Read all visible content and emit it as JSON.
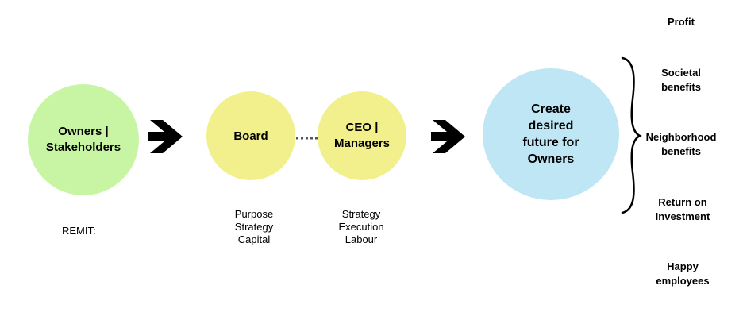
{
  "nodes": {
    "owners": "Owners |\nStakeholders",
    "board": "Board",
    "ceo": "CEO |\nManagers",
    "future": "Create\ndesired\nfuture for\nOwners"
  },
  "remit_label": "REMIT:",
  "board_remit": "Purpose\nStrategy\nCapital",
  "ceo_remit": "Strategy\nExecution\nLabour",
  "outcomes": {
    "profit": "Profit",
    "societal": "Societal\nbenefits",
    "neighborhood": "Neighborhood\nbenefits",
    "return": "Return on\nInvestment",
    "happy": "Happy\nemployees"
  },
  "colors": {
    "owners_fill": "#c8f5a3",
    "board_fill": "#f2ef8d",
    "ceo_fill": "#f2ef8d",
    "future_fill": "#bfe6f4"
  },
  "icons": [
    "chevron-arrow-icon",
    "chevron-arrow-icon",
    "curly-brace-icon"
  ]
}
